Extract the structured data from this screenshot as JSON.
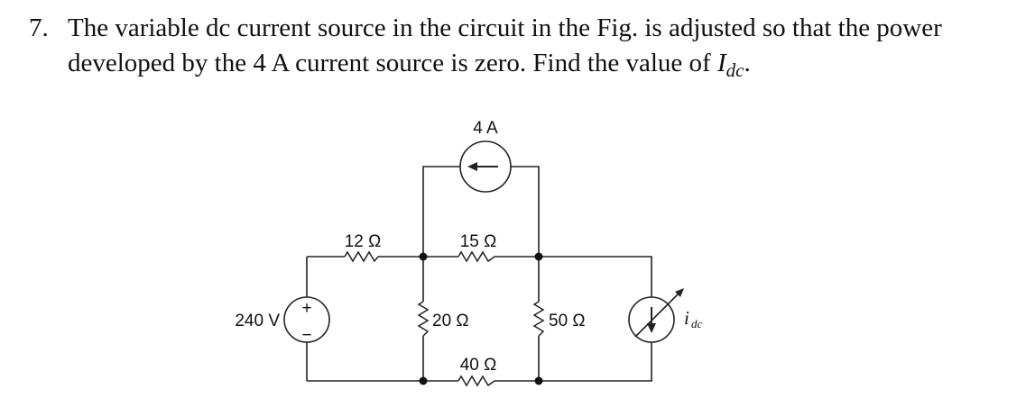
{
  "problem": {
    "number": "7.",
    "text_before": "The variable dc current source in the circuit in the Fig. is adjusted so that the power developed by the 4 A current source is zero. Find the value of ",
    "var_main": "I",
    "var_sub": "dc",
    "text_after": "."
  },
  "circuit": {
    "current_source_top": "4 A",
    "voltage_source": "240 V",
    "voltage_plus": "+",
    "voltage_minus": "−",
    "r1": "12 Ω",
    "r2": "15 Ω",
    "r3": "20 Ω",
    "r4": "50 Ω",
    "r5": "40 Ω",
    "idc_main": "i",
    "idc_sub": "dc"
  }
}
